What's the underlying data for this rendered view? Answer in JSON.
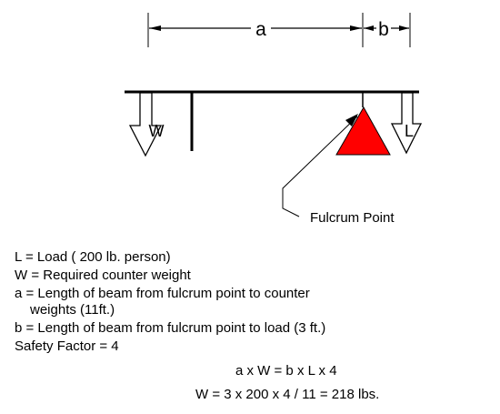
{
  "dimensions": {
    "a_label": "a",
    "b_label": "b"
  },
  "forces": {
    "counter_weight_label": "W",
    "load_label": "L"
  },
  "fulcrum": {
    "callout_label": "Fulcrum Point",
    "color": "#ff0000"
  },
  "legend": [
    "L = Load ( 200 lb. person)",
    "W = Required counter weight",
    "a = Length of beam from fulcrum point to counter",
    "weights (11ft.)",
    "b = Length of beam from fulcrum point to load (3 ft.)",
    "Safety Factor = 4"
  ],
  "equations": {
    "balance": "a x W = b x L x 4",
    "solution": "W = 3 x 200 x 4 / 11 = 218 lbs."
  }
}
